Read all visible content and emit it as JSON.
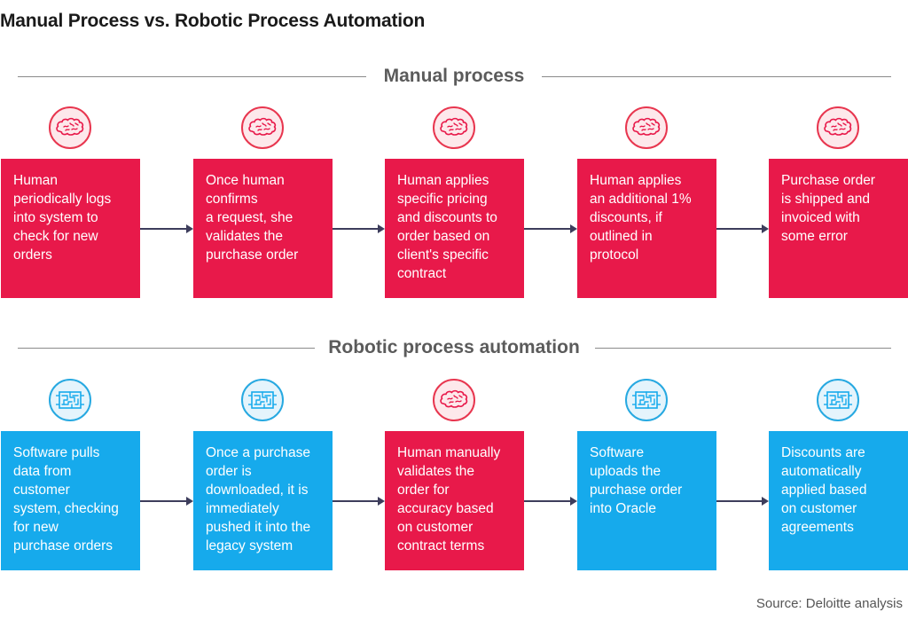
{
  "title": "Manual Process vs. Robotic Process Automation",
  "colors": {
    "manual": "#e8194a",
    "robotic": "#16aaec",
    "arrow": "#3d3d5c"
  },
  "manual": {
    "heading": "Manual process",
    "steps": [
      {
        "icon": "brain-icon",
        "text": "Human\nperiodically logs\ninto system to\ncheck for new\norders"
      },
      {
        "icon": "brain-icon",
        "text": "Once human\nconfirms\na request, she\nvalidates the\npurchase order"
      },
      {
        "icon": "brain-icon",
        "text": "Human applies\nspecific pricing\nand discounts to\norder based on\nclient's specific\ncontract"
      },
      {
        "icon": "brain-icon",
        "text": "Human applies\nan additional 1%\ndiscounts, if\noutlined in\nprotocol"
      },
      {
        "icon": "brain-icon",
        "text": "Purchase order\nis shipped and\ninvoiced with\nsome error"
      }
    ]
  },
  "robotic": {
    "heading": "Robotic process automation",
    "steps": [
      {
        "icon": "circuit-icon",
        "text": "Software pulls\ndata from\ncustomer\nsystem, checking\nfor new\npurchase orders"
      },
      {
        "icon": "circuit-icon",
        "text": "Once a purchase\norder is\ndownloaded, it is\nimmediately\npushed it into the\nlegacy system"
      },
      {
        "icon": "brain-icon",
        "text": "Human manually\nvalidates the\norder for\naccuracy based\non customer\ncontract terms"
      },
      {
        "icon": "circuit-icon",
        "text": "Software\nuploads the\npurchase order\ninto Oracle"
      },
      {
        "icon": "circuit-icon",
        "text": "Discounts are\nautomatically\napplied based\non customer\nagreements"
      }
    ]
  },
  "source": "Source: Deloitte analysis"
}
